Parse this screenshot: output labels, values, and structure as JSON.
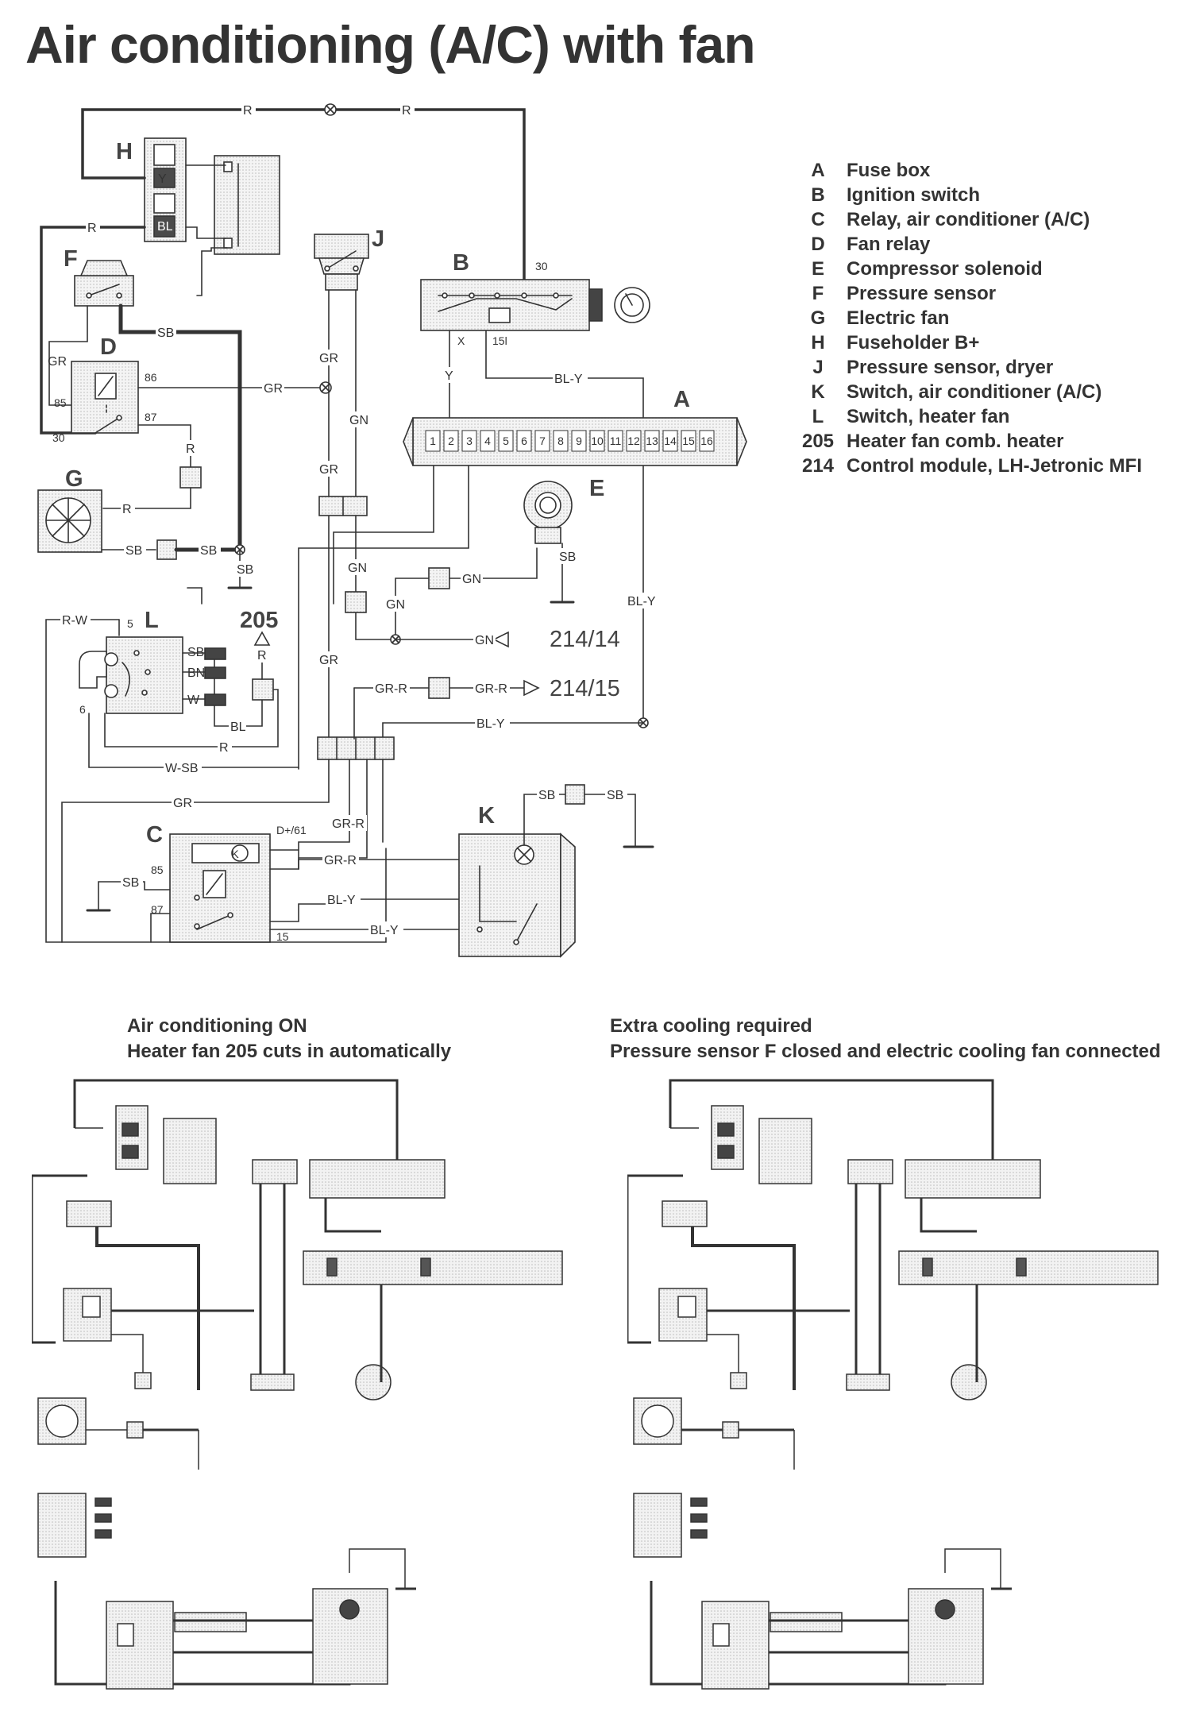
{
  "title": "Air conditioning (A/C) with fan",
  "legend": [
    {
      "key": "A",
      "text": "Fuse box"
    },
    {
      "key": "B",
      "text": "Ignition switch"
    },
    {
      "key": "C",
      "text": "Relay, air conditioner (A/C)"
    },
    {
      "key": "D",
      "text": "Fan relay"
    },
    {
      "key": "E",
      "text": "Compressor solenoid"
    },
    {
      "key": "F",
      "text": "Pressure sensor"
    },
    {
      "key": "G",
      "text": "Electric fan"
    },
    {
      "key": "H",
      "text": "Fuseholder B+"
    },
    {
      "key": "J",
      "text": "Pressure sensor, dryer"
    },
    {
      "key": "K",
      "text": "Switch, air conditioner (A/C)"
    },
    {
      "key": "L",
      "text": "Switch, heater fan"
    },
    {
      "key": "205",
      "text": "Heater fan comb. heater"
    },
    {
      "key": "214",
      "text": "Control module, LH-Jetronic MFI"
    }
  ],
  "captions": {
    "left": {
      "line1": "Air conditioning ON",
      "line2": "Heater fan 205 cuts in automatically"
    },
    "right": {
      "line1": "Extra cooling required",
      "line2": "Pressure sensor F closed and electric cooling fan connected"
    }
  },
  "components": {
    "A": "A",
    "B": "B",
    "C": "C",
    "D": "D",
    "E": "E",
    "F": "F",
    "G": "G",
    "H": "H",
    "J": "J",
    "K": "K",
    "L": "L",
    "ref205": "205",
    "ref214_14": "214/14",
    "ref214_15": "214/15"
  },
  "wire_labels": {
    "R": "R",
    "SB": "SB",
    "GR": "GR",
    "GN": "GN",
    "Y": "Y",
    "BL_Y": "BL-Y",
    "R_W": "R-W",
    "BN": "BN",
    "W": "W",
    "BL": "BL",
    "W_SB": "W-SB",
    "GR_R": "GR-R",
    "fuse_Y": "Y",
    "fuse_BL": "BL"
  },
  "pins": {
    "p30": "30",
    "p86": "86",
    "p85": "85",
    "p87": "87",
    "p15l": "15l",
    "pX": "X",
    "p5": "5",
    "p6": "6",
    "pD61": "D+/61",
    "p15": "15",
    "K_letter": "K",
    "fuse_numbers": [
      "1",
      "2",
      "3",
      "4",
      "5",
      "6",
      "7",
      "8",
      "9",
      "10",
      "11",
      "12",
      "13",
      "14",
      "15",
      "16"
    ]
  }
}
